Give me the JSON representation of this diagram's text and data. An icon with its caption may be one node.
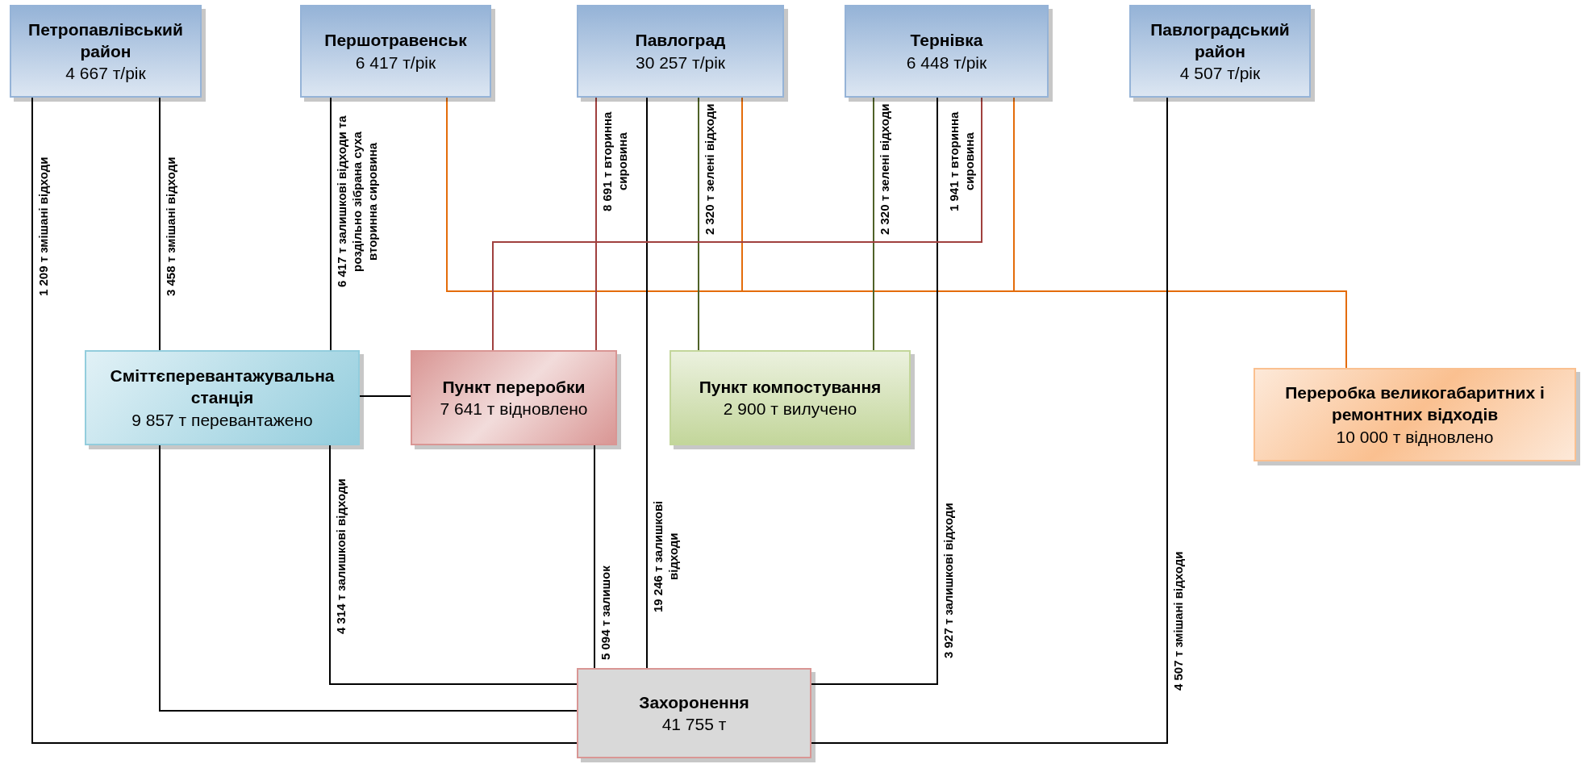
{
  "diagram": {
    "nodes": [
      {
        "text": [
          "Петропавлівський район",
          "4 667 т/рік"
        ]
      },
      {
        "text": [
          "Першотравенськ",
          "6 417 т/рік"
        ]
      },
      {
        "text": [
          "Павлоград",
          "30 257 т/рік"
        ]
      },
      {
        "text": [
          "Тернівка",
          "6 448 т/рік"
        ]
      },
      {
        "text": [
          "Павлоградський район",
          "4 507 т/рік"
        ]
      },
      {
        "text": [
          "Сміттєперевантажувальна станція",
          "9 857 т перевантажено"
        ]
      },
      {
        "text": [
          "Пункт переробки",
          "7 641 т відновлено"
        ]
      },
      {
        "text": [
          "Пункт компостування",
          "2 900 т вилучено"
        ]
      },
      {
        "text": [
          "Переробка великогабаритних і ремонтних відходів",
          "10 000 т відновлено"
        ]
      },
      {
        "text": [
          "Захоронення",
          "41 755 т"
        ]
      }
    ],
    "edges": [
      {
        "from": 0,
        "to": 9,
        "arrow": "none",
        "label": "1 209 т змішані відходи"
      },
      {
        "from": 0,
        "to": 5,
        "arrow": "none",
        "label": "3 458 т змішані відходи"
      },
      {
        "from": 1,
        "to": 5,
        "arrow": "none",
        "label": "6 417 т залишкові відходи та роздільно зібрана суха вторинна сировина"
      },
      {
        "from": 1,
        "to": 8,
        "arrow": "none",
        "color": "#e46c0a"
      },
      {
        "from": 2,
        "to": 6,
        "arrow": "none",
        "label": "8 691 т вторинна сировина",
        "color": "#a0403e"
      },
      {
        "from": 2,
        "to": 9,
        "arrow": "none",
        "label": "19 246 т залишкові відходи"
      },
      {
        "from": 2,
        "to": 7,
        "arrow": "none",
        "label": "2 320 т зелені відходи",
        "color": "#4f6228"
      },
      {
        "from": 2,
        "to": 8,
        "arrow": "none",
        "color": "#e46c0a"
      },
      {
        "from": 3,
        "to": 7,
        "arrow": "none",
        "label": "2 320 т зелені відходи",
        "color": "#4f6228"
      },
      {
        "from": 3,
        "to": 9,
        "arrow": "none",
        "label": "3 927 т залишкові відходи"
      },
      {
        "from": 3,
        "to": 6,
        "arrow": "none",
        "label": "1 941 т вторинна сировина",
        "color": "#a0403e"
      },
      {
        "from": 3,
        "to": 8,
        "arrow": "none",
        "color": "#e46c0a"
      },
      {
        "from": 4,
        "to": 9,
        "arrow": "none",
        "label": "4 507 т змішані відходи"
      },
      {
        "from": 5,
        "to": 6,
        "arrow": "none"
      },
      {
        "from": 5,
        "to": 9,
        "arrow": "none"
      },
      {
        "from": 5,
        "to": 9,
        "arrow": "none",
        "label": "4 314 т залишкові відходи"
      },
      {
        "from": 6,
        "to": 9,
        "arrow": "none",
        "label": "5 094 т залишок"
      }
    ]
  }
}
